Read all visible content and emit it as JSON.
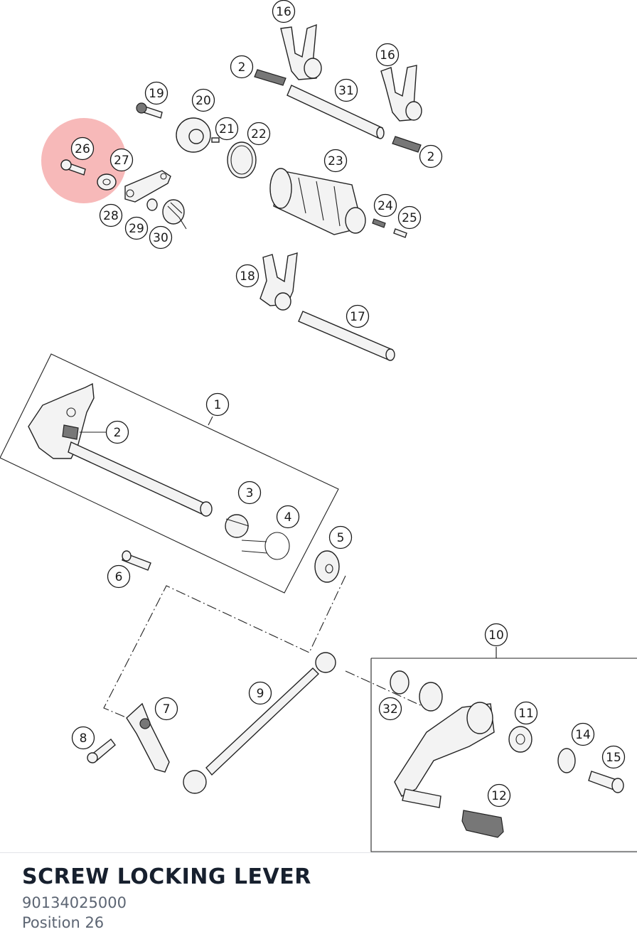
{
  "part": {
    "name": "SCREW LOCKING LEVER",
    "number": "90134025000",
    "position": "Position 26"
  },
  "highlight_color": "#f08080",
  "callouts": [
    {
      "id": "c16a",
      "label": "16"
    },
    {
      "id": "c2a",
      "label": "2"
    },
    {
      "id": "c16b",
      "label": "16"
    },
    {
      "id": "c31",
      "label": "31"
    },
    {
      "id": "c19",
      "label": "19"
    },
    {
      "id": "c20",
      "label": "20"
    },
    {
      "id": "c21",
      "label": "21"
    },
    {
      "id": "c22",
      "label": "22"
    },
    {
      "id": "c2b",
      "label": "2"
    },
    {
      "id": "c26",
      "label": "26"
    },
    {
      "id": "c27",
      "label": "27"
    },
    {
      "id": "c23",
      "label": "23"
    },
    {
      "id": "c24",
      "label": "24"
    },
    {
      "id": "c25",
      "label": "25"
    },
    {
      "id": "c28",
      "label": "28"
    },
    {
      "id": "c29",
      "label": "29"
    },
    {
      "id": "c30",
      "label": "30"
    },
    {
      "id": "c18",
      "label": "18"
    },
    {
      "id": "c17",
      "label": "17"
    },
    {
      "id": "c1",
      "label": "1"
    },
    {
      "id": "c2c",
      "label": "2"
    },
    {
      "id": "c3",
      "label": "3"
    },
    {
      "id": "c4",
      "label": "4"
    },
    {
      "id": "c5",
      "label": "5"
    },
    {
      "id": "c6",
      "label": "6"
    },
    {
      "id": "c10",
      "label": "10"
    },
    {
      "id": "c9",
      "label": "9"
    },
    {
      "id": "c7",
      "label": "7"
    },
    {
      "id": "c32",
      "label": "32"
    },
    {
      "id": "c11",
      "label": "11"
    },
    {
      "id": "c14",
      "label": "14"
    },
    {
      "id": "c8",
      "label": "8"
    },
    {
      "id": "c15",
      "label": "15"
    },
    {
      "id": "c12",
      "label": "12"
    }
  ]
}
